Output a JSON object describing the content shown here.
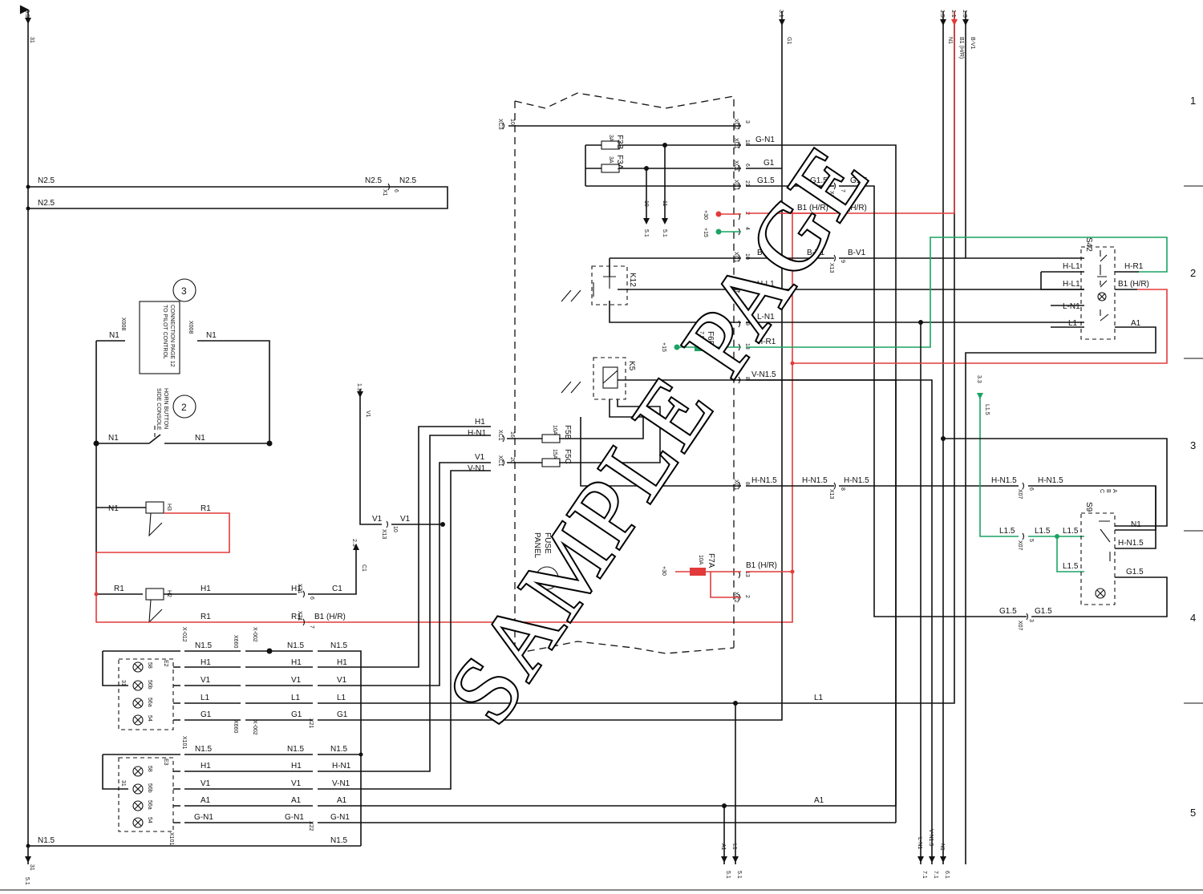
{
  "watermark": "SAMPLE PAGE",
  "zones": [
    "1",
    "2",
    "3",
    "4",
    "5"
  ],
  "page_refs": {
    "top_left": {
      "a": "3.5",
      "b": "31"
    },
    "top_g1": {
      "a": "3.1",
      "b": "G1"
    },
    "top_right": [
      {
        "a": "1.5",
        "b": "N1"
      },
      {
        "a": "1.1",
        "b": "B1 (H/R)"
      },
      {
        "a": "1.3",
        "b": "B-V1"
      }
    ],
    "left_v1": {
      "a": "1.3",
      "b": "V1"
    },
    "c1": {
      "a": "2.3",
      "b": "C1"
    },
    "l15": {
      "a": "3.3",
      "b": "L1.5"
    },
    "bottom_31": {
      "a": "31",
      "b": "5.1"
    },
    "bottom_refs": [
      {
        "name": "A1",
        "page": "5.1"
      },
      {
        "name": "L1",
        "page": "5.1"
      },
      {
        "name": "L-N1",
        "page": "7.1"
      },
      {
        "name": "V-N1.5",
        "page": "7.1"
      },
      {
        "name": "N1",
        "page": "6.1"
      }
    ],
    "fuse_outputs": [
      {
        "a": "10",
        "b": "5.1"
      },
      {
        "a": "11",
        "b": "5.1"
      }
    ]
  },
  "notes": {
    "note3": "3",
    "pilot_connection": [
      "TO PILOT CONTROL",
      "CONNECTION PAGE 12"
    ],
    "note2": "2",
    "horn_button": [
      "SIDE CONSOLE",
      "HORN BUTTON"
    ],
    "fuse_panel": [
      "FUSE",
      "PANEL"
    ],
    "note1": "1"
  },
  "components": {
    "fuses": [
      {
        "name": "F3B",
        "rating": "3A"
      },
      {
        "name": "F3A",
        "rating": "3A"
      },
      {
        "name": "F6B",
        "rating": "7.5A"
      },
      {
        "name": "F5B",
        "rating": "10A"
      },
      {
        "name": "F5C",
        "rating": "15A"
      },
      {
        "name": "F7A",
        "rating": "10A"
      }
    ],
    "relays": [
      "K12",
      "K5"
    ],
    "horns": [
      "H3",
      "H2"
    ],
    "switches": [
      "S42",
      "S9"
    ],
    "lamp_groups": [
      "E2",
      "E3"
    ],
    "supply": {
      "p30a": "+30",
      "p15a": "+15",
      "p15b": "+15",
      "p30b": "+30"
    }
  },
  "connectors": {
    "x008": "X008",
    "x012": "X-012",
    "x002": "X-002",
    "x660": "X660",
    "x101": "X101",
    "x13": "X13",
    "x21": "X21",
    "x22": "X22",
    "x07": "X07",
    "x1": "X1",
    "xc1": "XC1",
    "xc2": "XC2",
    "xc3": "XC3"
  },
  "wires": {
    "n25": "N2.5",
    "n1": "N1",
    "r1": "R1",
    "h1": "H1",
    "hn1": "H-N1",
    "v1": "V1",
    "vn1": "V-N1",
    "c1": "C1",
    "gn1": "G-N1",
    "g1": "G1",
    "g15": "G1.5",
    "b1hr": "B1 (H/R)",
    "bv1": "B-V1",
    "hl1": "H-L1",
    "ln1": "L-N1",
    "hr1": "H-R1",
    "vn15": "V-N1.5",
    "hn15": "H-N1.5",
    "l15": "L1.5",
    "l1": "L1",
    "a1": "A1",
    "n15": "N1.5"
  },
  "pins": {
    "p1": "1",
    "p2": "2",
    "p3": "3",
    "p4": "4",
    "p5": "5",
    "p6": "6",
    "p7": "7",
    "p8": "8",
    "p9": "9",
    "p10": "10",
    "p11": "11",
    "p12": "12",
    "p13": "13",
    "p16": "16",
    "p18": "18",
    "p20": "20",
    "p21": "21",
    "a": "A",
    "b": "B",
    "c": "C",
    "s31": "31",
    "s56a": "56a",
    "s56b": "56b",
    "s54": "54",
    "s58": "58"
  }
}
